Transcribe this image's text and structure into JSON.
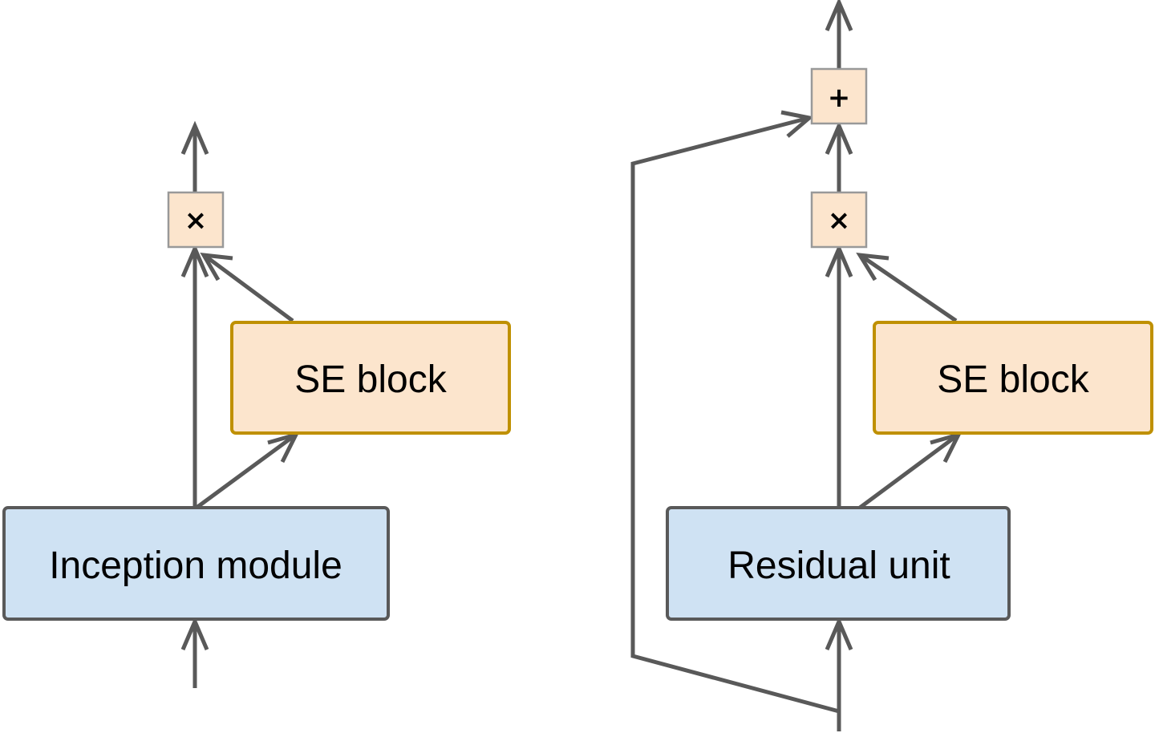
{
  "colors": {
    "blue_box_fill": "#cfe2f3",
    "blue_box_stroke": "#595959",
    "orange_box_fill": "#fce5cd",
    "orange_box_stroke": "#bf9000",
    "op_box_stroke": "#999999",
    "arrow": "#595959"
  },
  "left_diagram": {
    "base_label": "Inception module",
    "se_label": "SE block",
    "multiply_symbol": "×"
  },
  "right_diagram": {
    "base_label": "Residual unit",
    "se_label": "SE block",
    "multiply_symbol": "×",
    "add_symbol": "+"
  }
}
